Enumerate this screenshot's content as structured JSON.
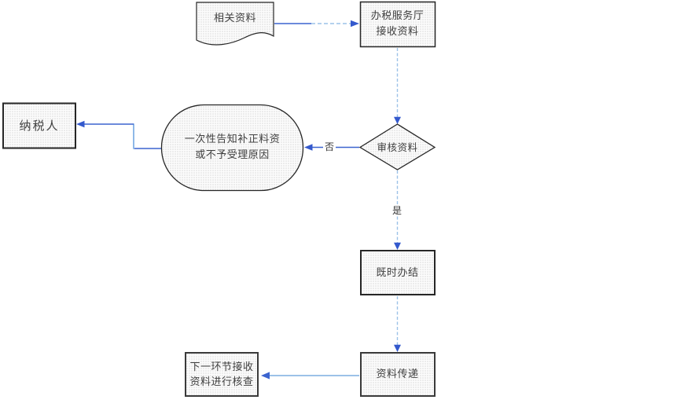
{
  "colors": {
    "background": "#ffffff",
    "shape_border": "#262626",
    "shape_border_heavy": "#3a3a3a",
    "connector_blue": "#3c64cf",
    "connector_light": "#9cc2e8",
    "connector_mid": "#8fb9e8",
    "arrowhead": "#3459cd"
  },
  "nodes": {
    "related_docs": {
      "label": "相关资料",
      "shape": "document"
    },
    "service_hall": {
      "line1": "办税服务厅",
      "line2": "接收资料",
      "shape": "rectangle"
    },
    "review": {
      "label": "审核资料",
      "shape": "diamond"
    },
    "notify": {
      "line1": "一次性告知补正料资",
      "line2": "或不予受理原因",
      "shape": "rounded"
    },
    "taxpayer": {
      "label": "纳税人",
      "shape": "rectangle"
    },
    "instant_complete": {
      "label": "既时办结",
      "shape": "rectangle"
    },
    "transfer": {
      "label": "资料传递",
      "shape": "rectangle"
    },
    "next_step": {
      "line1": "下一环节接收",
      "line2": "资料进行核查",
      "shape": "rectangle"
    }
  },
  "edge_labels": {
    "no": "否",
    "yes": "是"
  }
}
